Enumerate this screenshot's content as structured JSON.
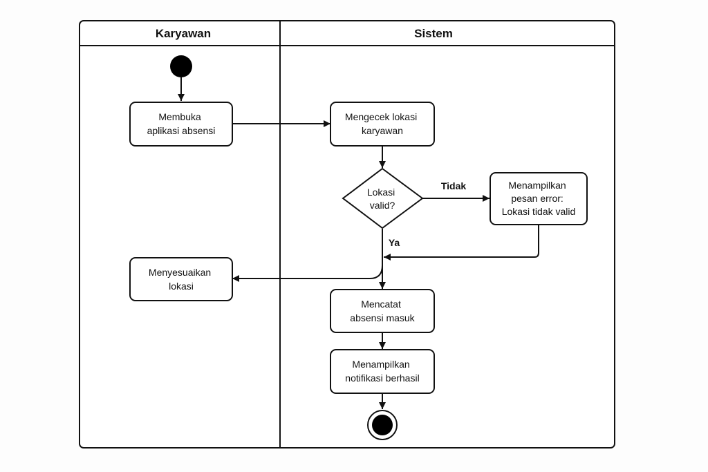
{
  "swimlanes": [
    {
      "title": "Karyawan"
    },
    {
      "title": "Sistem"
    }
  ],
  "nodes": {
    "start": {
      "kind": "initial"
    },
    "open_app": {
      "kind": "action",
      "lines": [
        "Membuka",
        "aplikasi absensi"
      ]
    },
    "check_location": {
      "kind": "action",
      "lines": [
        "Mengecek lokasi",
        "karyawan"
      ]
    },
    "decision": {
      "kind": "decision",
      "lines": [
        "Lokasi",
        "valid?"
      ]
    },
    "show_error": {
      "kind": "action",
      "lines": [
        "Menampilkan",
        "pesan error:",
        "Lokasi tidak valid"
      ]
    },
    "adjust_location": {
      "kind": "action",
      "lines": [
        "Menyesuaikan",
        "lokasi"
      ]
    },
    "record_attendance": {
      "kind": "action",
      "lines": [
        "Mencatat",
        "absensi masuk"
      ]
    },
    "show_success": {
      "kind": "action",
      "lines": [
        "Menampilkan",
        "notifikasi berhasil"
      ]
    },
    "end": {
      "kind": "final"
    }
  },
  "edge_labels": {
    "no": "Tidak",
    "yes": "Ya"
  }
}
